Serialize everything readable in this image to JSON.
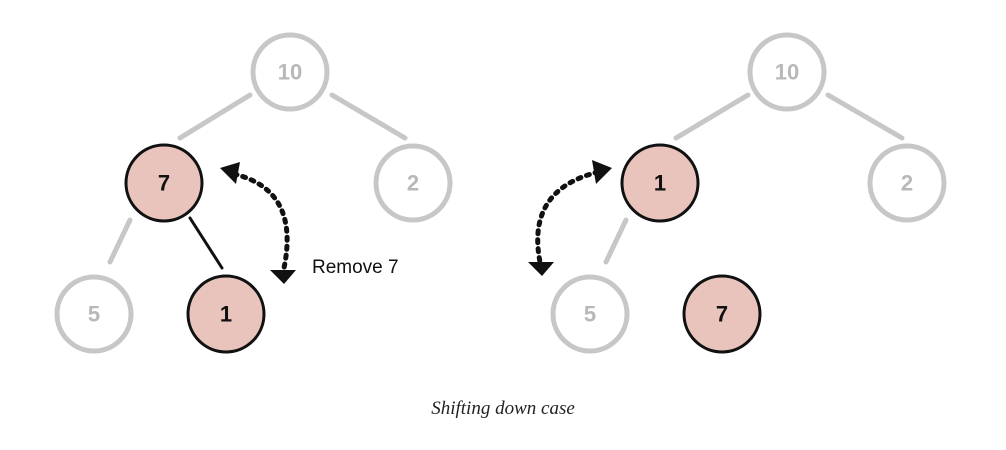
{
  "left_tree": {
    "nodes": {
      "root": "10",
      "left": "7",
      "right": "2",
      "left_left": "5",
      "left_right": "1"
    },
    "annotation": "Remove 7"
  },
  "right_tree": {
    "nodes": {
      "root": "10",
      "left": "1",
      "right": "2",
      "left_left": "5",
      "detached": "7"
    }
  },
  "caption": "Shifting down case",
  "colors": {
    "faded": "#c7c7c7",
    "active_fill": "#e8c4bd",
    "active_stroke": "#111111"
  }
}
